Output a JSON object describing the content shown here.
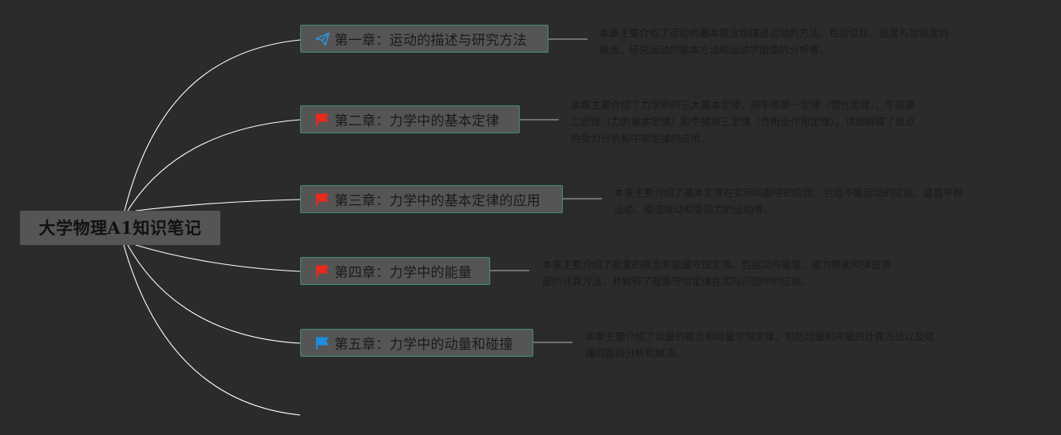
{
  "root": {
    "title": "大学物理A1知识笔记"
  },
  "colors": {
    "background": "#2b2b2b",
    "node_fill": "#555555",
    "node_border": "#3f8f7c",
    "branch_line": "#ffffff",
    "leader_line": "#9a9a9a",
    "red_flag": "#e8291c",
    "blue_flag": "#1e8fdc",
    "plane_icon": "#2d93dd"
  },
  "chapters": [
    {
      "label": "第一章：运动的描述与研究方法",
      "icon": "paper-plane-icon",
      "description": [
        "本章主要介绍了运动的基本概念和描述运动的方法。包括位移、速度与加速度的",
        "概念，研究运动的基本方法和运动学图像的分析等。"
      ]
    },
    {
      "label": "第二章：力学中的基本定律",
      "icon": "red-flag-icon",
      "description": [
        "本章主要介绍了力学中的三大基本定律，即牛顿第一定律（惯性定律）、牛顿第",
        "二定律（力的基本定律）和牛顿第三定律（作用反作用定律）。详细解释了质点",
        "的受力分析和牛顿定律的应用。"
      ]
    },
    {
      "label": "第三章：力学中的基本定律的应用",
      "icon": "red-flag-icon",
      "description": [
        "本章主要介绍了基本定律在实际问题中的应用。包括平面运动的应用、竖直平抛",
        "运动、简谐振动和受阻力的运动等。"
      ]
    },
    {
      "label": "第四章：力学中的能量",
      "icon": "red-flag-icon",
      "description": [
        "本章主要介绍了能量的概念和能量守恒定律。包括功与能量、重力势能和弹性势",
        "能的计算方法，并解释了能量守恒定律在实际问题中的应用。"
      ]
    },
    {
      "label": "第五章：力学中的动量和碰撞",
      "icon": "blue-flag-icon",
      "description": [
        "本章主要介绍了动量的概念和动量守恒定律。包括动量和冲量的计算方法以及碰",
        "撞问题的分析和解决。"
      ]
    }
  ]
}
